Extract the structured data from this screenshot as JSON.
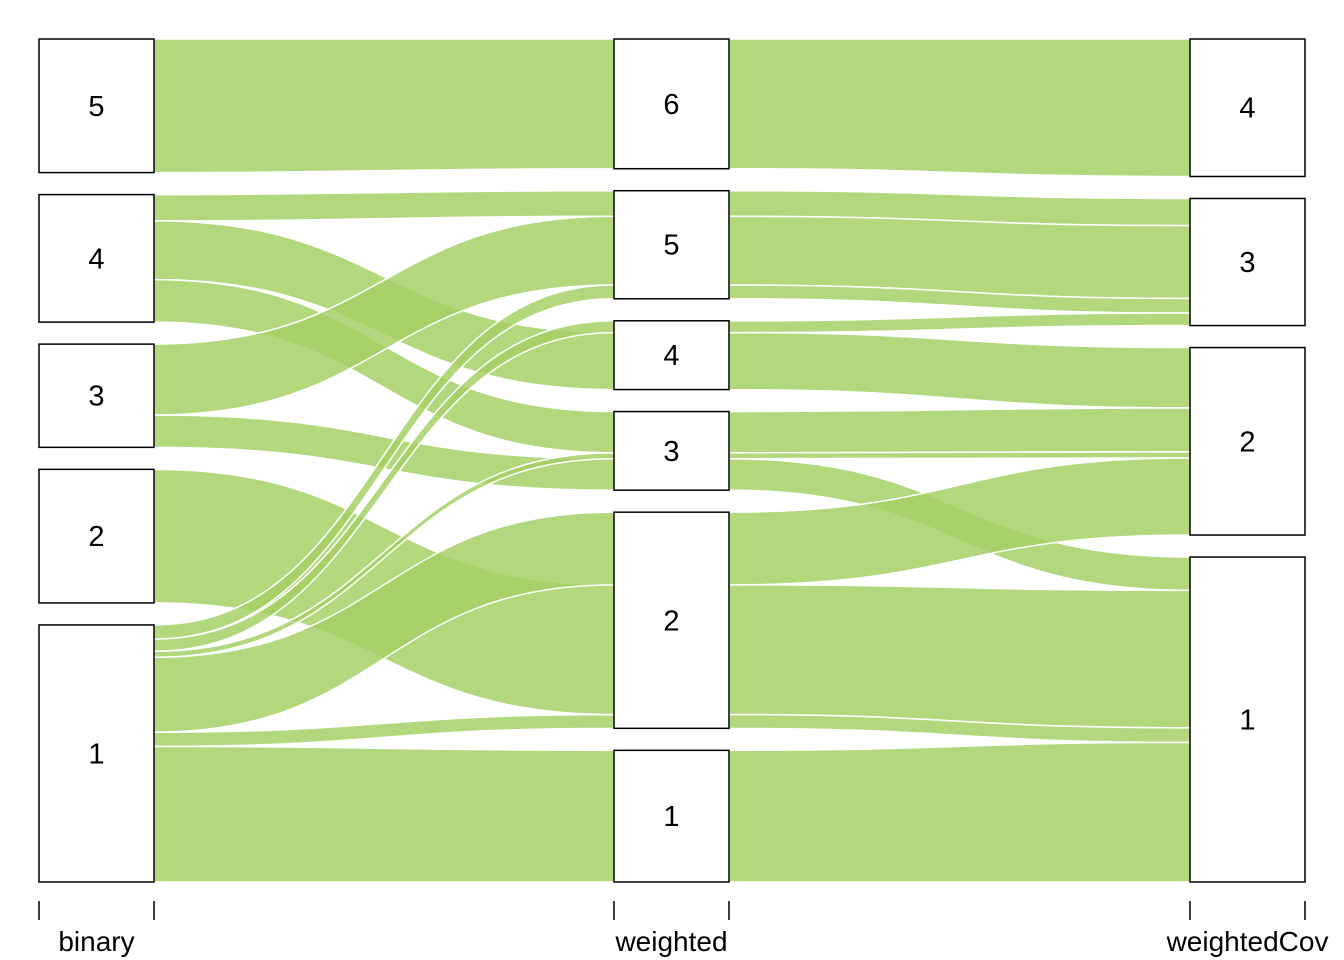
{
  "chart_data": {
    "type": "alluvial",
    "axes": [
      "binary",
      "weighted",
      "weightedCov"
    ],
    "fill_color": "#a4d065",
    "strata": [
      [
        "5",
        "4",
        "3",
        "2",
        "1"
      ],
      [
        "6",
        "5",
        "4",
        "3",
        "2",
        "1"
      ],
      [
        "4",
        "3",
        "2",
        "1"
      ]
    ],
    "flows": [
      {
        "path": [
          "5",
          "6",
          "4"
        ],
        "value": 66
      },
      {
        "path": [
          "4",
          "5",
          "3"
        ],
        "value": 13
      },
      {
        "path": [
          "4",
          "4",
          "2"
        ],
        "value": 29
      },
      {
        "path": [
          "4",
          "3",
          "2"
        ],
        "value": 21
      },
      {
        "path": [
          "3",
          "5",
          "3"
        ],
        "value": 35
      },
      {
        "path": [
          "3",
          "3",
          "1"
        ],
        "value": 16
      },
      {
        "path": [
          "2",
          "2",
          "1"
        ],
        "value": 66
      },
      {
        "path": [
          "1",
          "5",
          "3"
        ],
        "value": 7
      },
      {
        "path": [
          "1",
          "4",
          "3"
        ],
        "value": 6
      },
      {
        "path": [
          "1",
          "3",
          "2"
        ],
        "value": 3
      },
      {
        "path": [
          "1",
          "2",
          "2"
        ],
        "value": 37
      },
      {
        "path": [
          "1",
          "2",
          "1"
        ],
        "value": 7
      },
      {
        "path": [
          "1",
          "1",
          "1"
        ],
        "value": 67
      }
    ]
  }
}
